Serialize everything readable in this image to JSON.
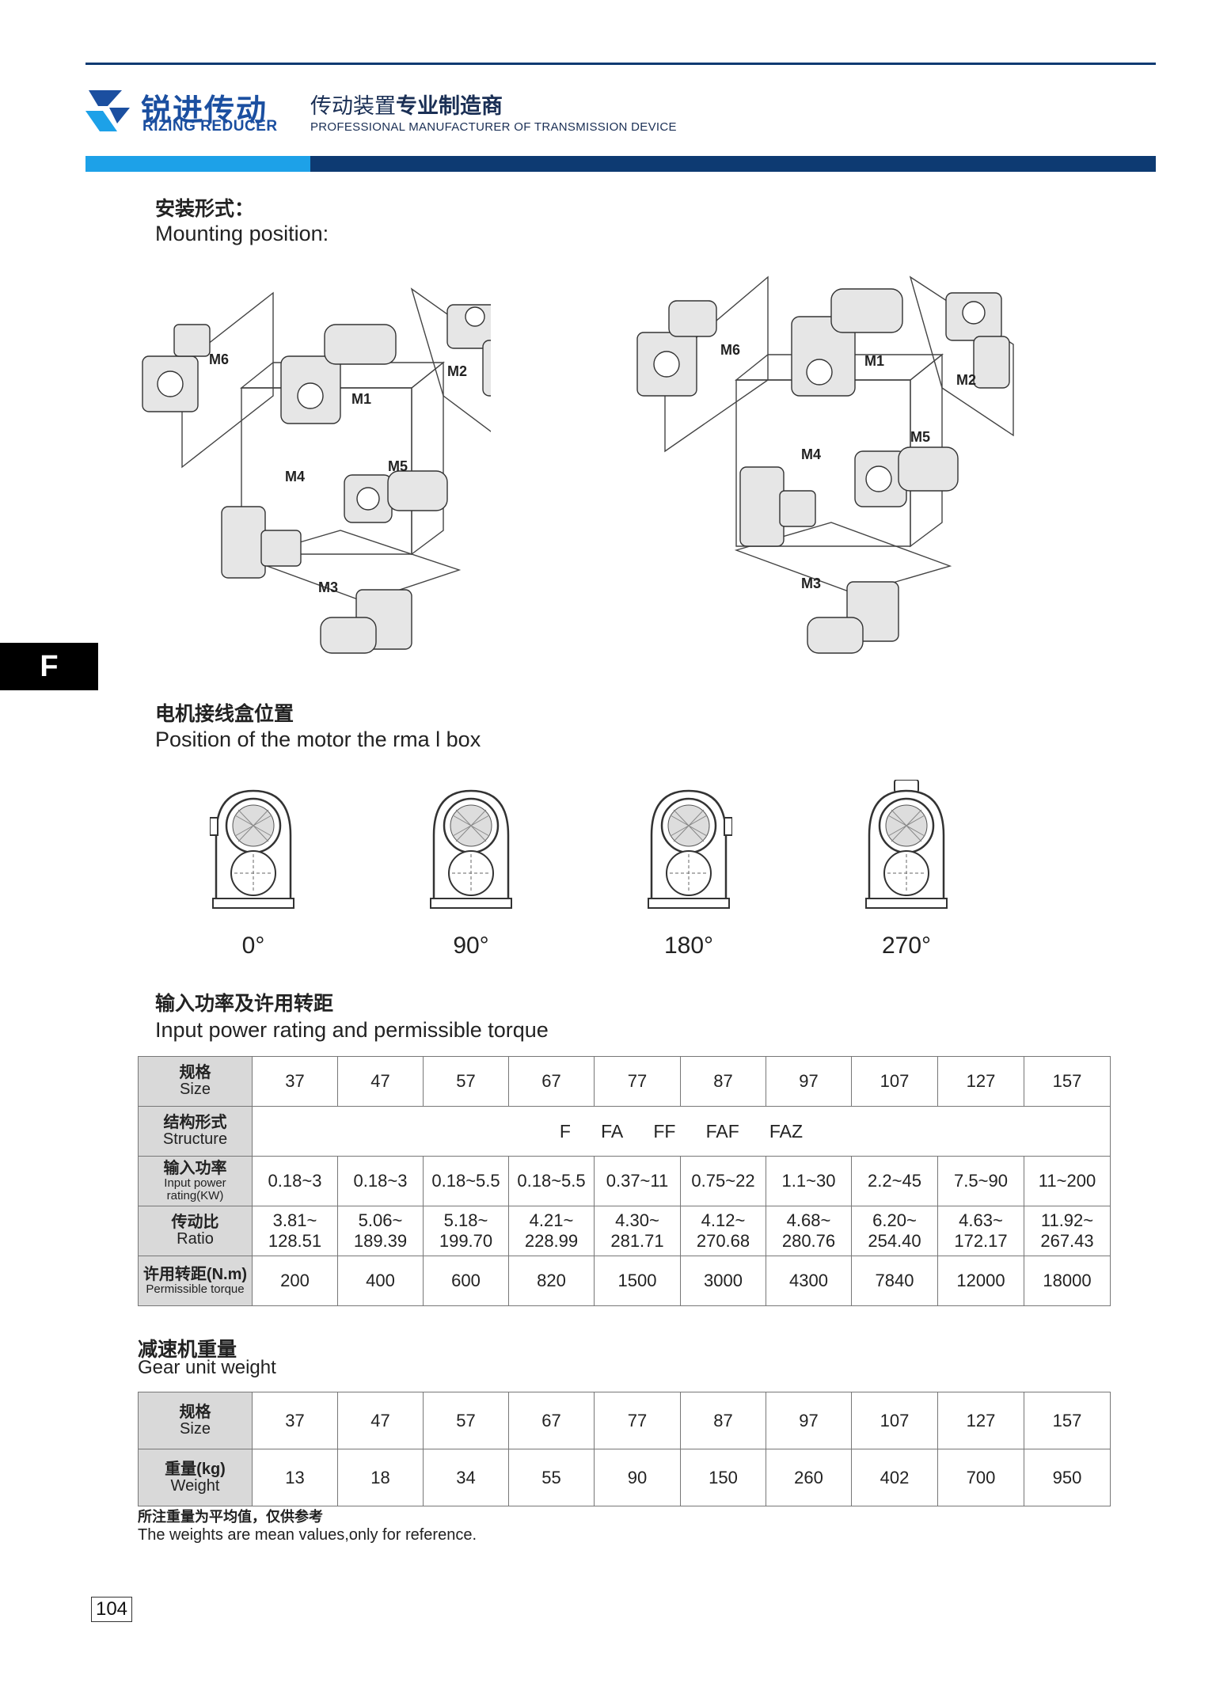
{
  "header": {
    "brand_cn": "锐进传动",
    "brand_en": "RIZING REDUCER",
    "slogan_cn_a": "传动装置",
    "slogan_cn_b": "专业制造商",
    "slogan_en": "PROFESSIONAL MANUFACTURER OF TRANSMISSION DEVICE",
    "colors": {
      "brand_blue": "#1b4fa0",
      "band_light": "#1da1e8",
      "band_dark": "#0d3a72"
    }
  },
  "side_tab": "F",
  "mounting": {
    "title_cn": "安装形式：",
    "title_en": "Mounting position:",
    "positions": [
      "M1",
      "M2",
      "M3",
      "M4",
      "M5",
      "M6"
    ]
  },
  "terminal_box": {
    "title_cn": "电机接线盒位置",
    "title_en": "Position of the motor the rma l box",
    "angles": [
      "0°",
      "90°",
      "180°",
      "270°"
    ]
  },
  "power_table": {
    "title_cn": "输入功率及许用转距",
    "title_en": "Input power rating and permissible torque",
    "rows": {
      "size": {
        "label_cn": "规格",
        "label_en": "Size",
        "values": [
          "37",
          "47",
          "57",
          "67",
          "77",
          "87",
          "97",
          "107",
          "127",
          "157"
        ]
      },
      "structure": {
        "label_cn": "结构形式",
        "label_en": "Structure",
        "types": [
          "F",
          "FA",
          "FF",
          "FAF",
          "FAZ"
        ]
      },
      "power": {
        "label_cn": "输入功率",
        "label_en": "Input power rating(KW)",
        "values": [
          "0.18~3",
          "0.18~3",
          "0.18~5.5",
          "0.18~5.5",
          "0.37~11",
          "0.75~22",
          "1.1~30",
          "2.2~45",
          "7.5~90",
          "11~200"
        ]
      },
      "ratio": {
        "label_cn": "传动比",
        "label_en": "Ratio",
        "values": [
          {
            "lo": "3.81~",
            "hi": "128.51"
          },
          {
            "lo": "5.06~",
            "hi": "189.39"
          },
          {
            "lo": "5.18~",
            "hi": "199.70"
          },
          {
            "lo": "4.21~",
            "hi": "228.99"
          },
          {
            "lo": "4.30~",
            "hi": "281.71"
          },
          {
            "lo": "4.12~",
            "hi": "270.68"
          },
          {
            "lo": "4.68~",
            "hi": "280.76"
          },
          {
            "lo": "6.20~",
            "hi": "254.40"
          },
          {
            "lo": "4.63~",
            "hi": "172.17"
          },
          {
            "lo": "11.92~",
            "hi": "267.43"
          }
        ]
      },
      "torque": {
        "label_cn": "许用转距(N.m)",
        "label_en": "Permissible torque",
        "values": [
          "200",
          "400",
          "600",
          "820",
          "1500",
          "3000",
          "4300",
          "7840",
          "12000",
          "18000"
        ]
      }
    }
  },
  "weight_table": {
    "title_cn": "减速机重量",
    "title_en": "Gear unit weight",
    "size": {
      "label_cn": "规格",
      "label_en": "Size",
      "values": [
        "37",
        "47",
        "57",
        "67",
        "77",
        "87",
        "97",
        "107",
        "127",
        "157"
      ]
    },
    "weight": {
      "label_cn": "重量(kg)",
      "label_en": "Weight",
      "values": [
        "13",
        "18",
        "34",
        "55",
        "90",
        "150",
        "260",
        "402",
        "700",
        "950"
      ]
    },
    "note_cn": "所注重量为平均值，仅供参考",
    "note_en": "The weights are mean values,only for reference."
  },
  "page_number": "104"
}
